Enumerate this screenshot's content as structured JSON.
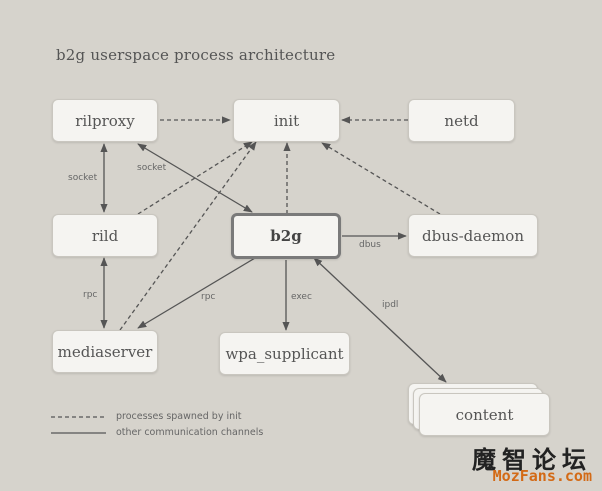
{
  "diagram": {
    "title": "b2g userspace process architecture",
    "nodes": {
      "rilproxy": "rilproxy",
      "init": "init",
      "netd": "netd",
      "rild": "rild",
      "b2g": "b2g",
      "dbus_daemon": "dbus-daemon",
      "mediaserver": "mediaserver",
      "wpa_supplicant": "wpa_supplicant",
      "content": "content"
    },
    "edge_labels": {
      "socket_left": "socket",
      "socket_right": "socket",
      "dbus": "dbus",
      "rpc_left": "rpc",
      "rpc_b2g": "rpc",
      "exec": "exec",
      "ipdl": "ipdl"
    },
    "legend": {
      "dashed": "processes spawned by init",
      "solid": "other communication channels"
    }
  },
  "watermark": {
    "chinese": "魔智论坛",
    "site": "MozFans.com"
  }
}
